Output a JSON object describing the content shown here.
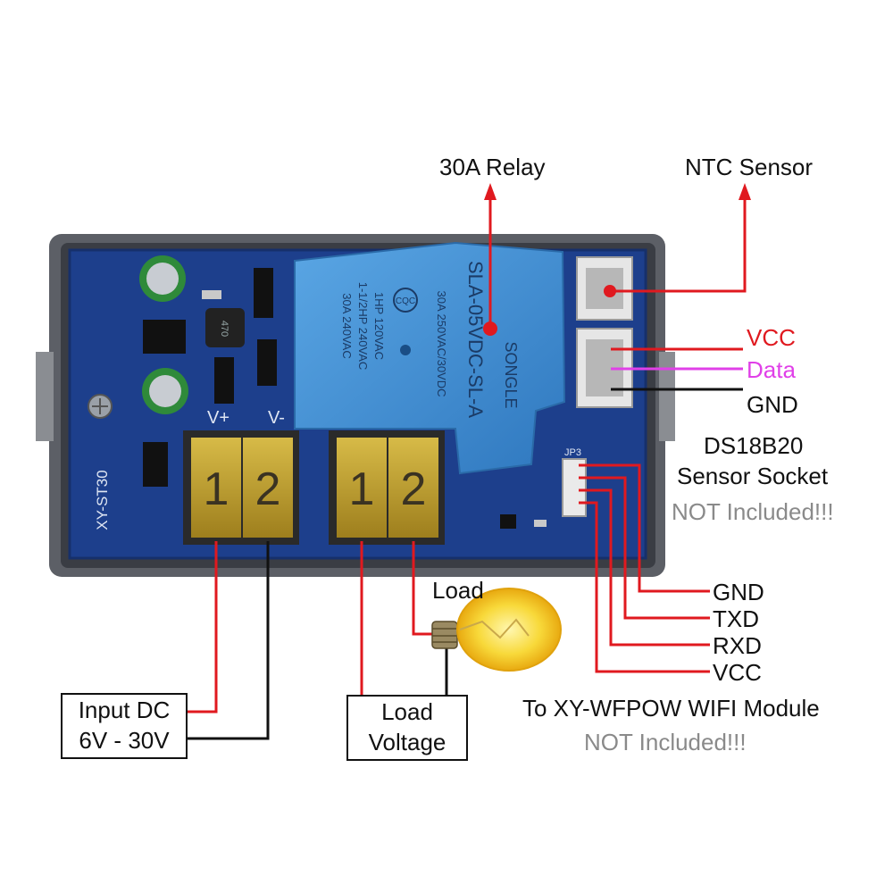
{
  "labels": {
    "relay": "30A Relay",
    "ntc_sensor": "NTC Sensor",
    "vcc_sensor": "VCC",
    "data_sensor": "Data",
    "gnd_sensor": "GND",
    "socket_line1": "DS18B20",
    "socket_line2": "Sensor Socket",
    "socket_note": "NOT Included!!!",
    "load": "Load",
    "gnd_wifi": "GND",
    "txd": "TXD",
    "rxd": "RXD",
    "vcc_wifi": "VCC",
    "wifi_module": "To XY-WFPOW WIFI Module",
    "wifi_note": "NOT Included!!!",
    "input_line1": "Input DC",
    "input_line2": "6V - 30V",
    "load_voltage_line1": "Load",
    "load_voltage_line2": "Voltage"
  },
  "board": {
    "model": "XY-ST30",
    "terminal_vplus": "V+",
    "terminal_vminus": "V-",
    "terminal_pin1": "1",
    "terminal_pin2": "2",
    "jp3": "JP3",
    "inductor": "470"
  },
  "relay_markings": {
    "model": "SLA-05VDC-SL-A",
    "brand": "SONGLE",
    "rating1": "30A 250VAC/30VDC",
    "rating2": "1HP 120VAC",
    "rating3": "1-1/2HP 240VAC",
    "rating4": "30A 240VAC",
    "cqc": "CQC"
  },
  "colors": {
    "wire_red": "#e0191f",
    "wire_black": "#111111",
    "wire_magenta": "#e040e8",
    "note_gray": "#8a8a8a",
    "vcc_text": "#e0191f",
    "data_text": "#e040e8",
    "pcb_blue": "#1d3f8c",
    "relay_blue": "#3f8fd4",
    "terminal_yellow": "#c9a626",
    "case_gray": "#5c5f66"
  }
}
